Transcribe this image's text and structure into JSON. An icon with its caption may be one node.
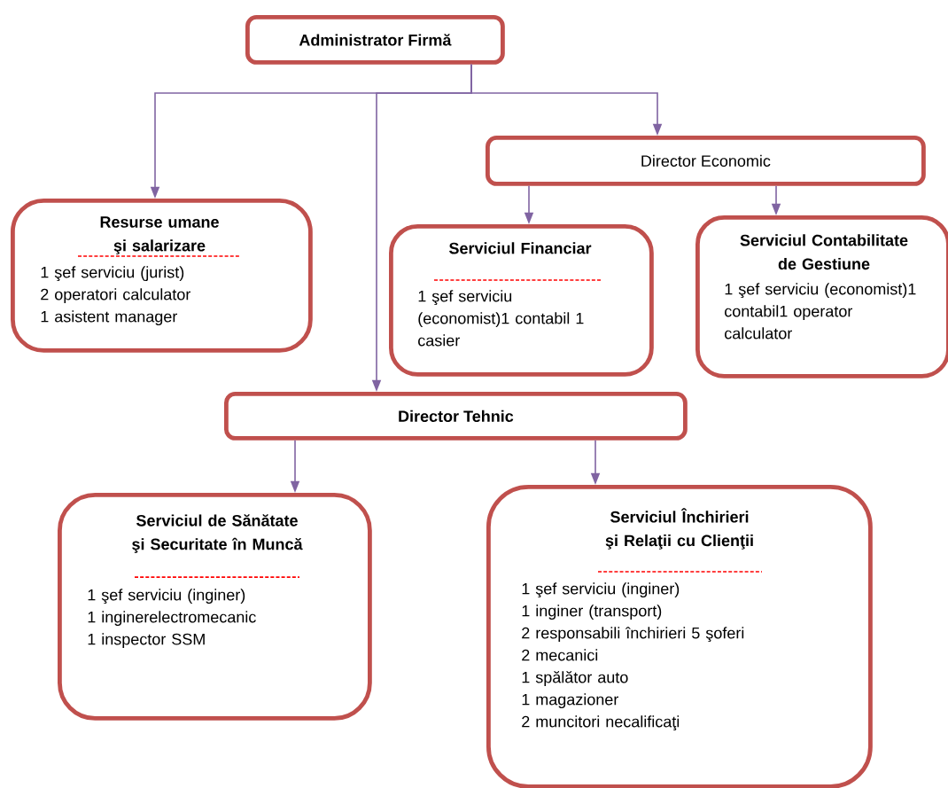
{
  "diagram": {
    "nodes": [
      {
        "text": [
          "Administrator Firmă"
        ]
      },
      {
        "text": [
          "Director Economic"
        ]
      },
      {
        "text": [
          "Resurse umane şi salarizare",
          "1 şef serviciu (jurist)",
          "2 operatori calculator",
          "1 asistent manager"
        ]
      },
      {
        "text": [
          "Serviciul Financiar",
          "1 şef serviciu (economist)1 contabil 1 casier"
        ]
      },
      {
        "text": [
          "Serviciul Contabilitate de Gestiune",
          "1 şef serviciu (economist)1 contabil1 operator calculator"
        ]
      },
      {
        "text": [
          "Director Tehnic"
        ]
      },
      {
        "text": [
          "Serviciul de Sănătate şi Securitate în Muncă",
          "1 şef serviciu (inginer)",
          "1 inginerelectromecanic",
          "1 inspector SSM"
        ]
      },
      {
        "text": [
          "Serviciul Închirieri şi Relaţii cu Clienţii",
          "1 şef serviciu (inginer)",
          "1 inginer (transport)",
          "2 responsabili închirieri 5 şoferi",
          "2 mecanici",
          "1 spălător auto",
          "1 magazioner",
          "2 muncitori necalificaţi"
        ]
      }
    ],
    "edges": [
      {
        "from": 0,
        "to": 2,
        "arrow": "to"
      },
      {
        "from": 0,
        "to": 5,
        "arrow": "to"
      },
      {
        "from": 0,
        "to": 1,
        "arrow": "to"
      },
      {
        "from": 1,
        "to": 3,
        "arrow": "to"
      },
      {
        "from": 1,
        "to": 4,
        "arrow": "to"
      },
      {
        "from": 5,
        "to": 6,
        "arrow": "to"
      },
      {
        "from": 5,
        "to": 7,
        "arrow": "to"
      }
    ]
  }
}
